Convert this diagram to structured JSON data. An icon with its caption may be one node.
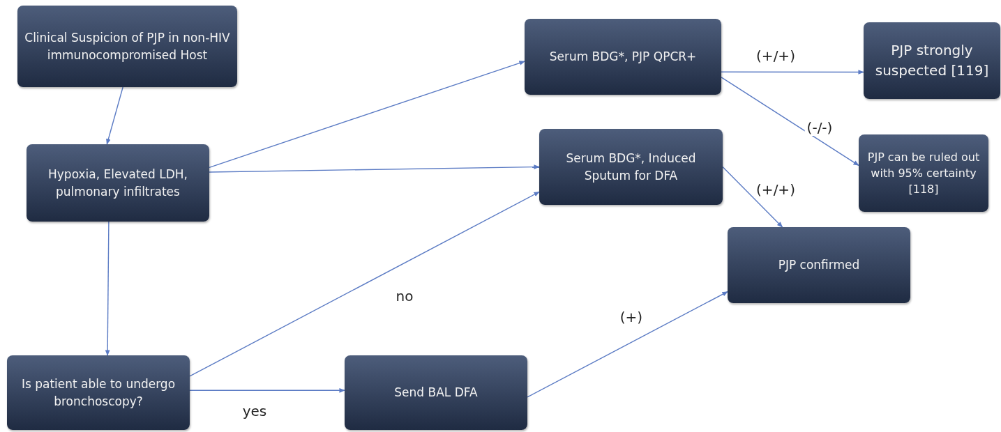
{
  "diagram": {
    "nodes": [
      {
        "text": [
          "Clinical Suspicion of PJP in non-HIV immunocompromised Host"
        ]
      },
      {
        "text": [
          "Hypoxia, Elevated LDH, pulmonary infiltrates"
        ]
      },
      {
        "text": [
          "Is patient able to undergo bronchoscopy?"
        ]
      },
      {
        "text": [
          "Serum BDG*, PJP QPCR+"
        ]
      },
      {
        "text": [
          "Serum BDG*, Induced Sputum for DFA"
        ]
      },
      {
        "text": [
          "Send BAL DFA"
        ]
      },
      {
        "text": [
          "PJP strongly suspected [119]"
        ]
      },
      {
        "text": [
          "PJP can be ruled out with 95% certainty [118]"
        ]
      },
      {
        "text": [
          "PJP  confirmed"
        ]
      }
    ],
    "edges": [
      {
        "from": 0,
        "to": 1,
        "arrow": "to"
      },
      {
        "from": 1,
        "to": 3,
        "arrow": "to"
      },
      {
        "from": 1,
        "to": 4,
        "arrow": "to"
      },
      {
        "from": 1,
        "to": 2,
        "arrow": "to"
      },
      {
        "from": 2,
        "to": 4,
        "arrow": "to",
        "label": "no"
      },
      {
        "from": 2,
        "to": 5,
        "arrow": "to",
        "label": "yes"
      },
      {
        "from": 5,
        "to": 8,
        "arrow": "to",
        "label": "(+)"
      },
      {
        "from": 3,
        "to": 6,
        "arrow": "to",
        "label": "(+/+)"
      },
      {
        "from": 3,
        "to": 7,
        "arrow": "to",
        "label": "(-/-)"
      },
      {
        "from": 4,
        "to": 8,
        "arrow": "to",
        "label": "(+/+)"
      }
    ]
  }
}
